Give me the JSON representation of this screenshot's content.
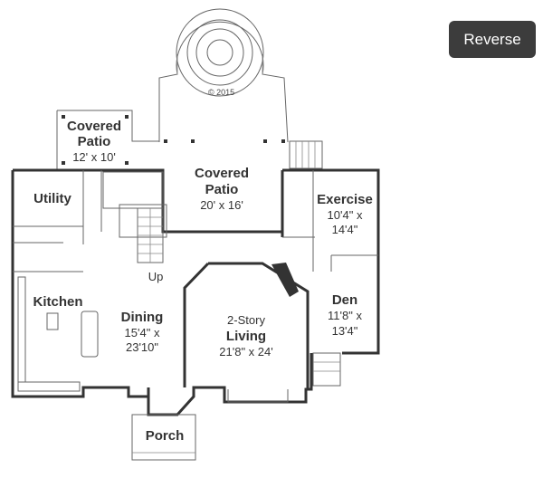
{
  "toolbar": {
    "reverse_label": "Reverse"
  },
  "plan": {
    "copyright": "© 2015",
    "stair_label": "Up",
    "rooms": {
      "covered_patio_left": {
        "name_1": "Covered",
        "name_2": "Patio",
        "dims": "12' x 10'"
      },
      "covered_patio_center": {
        "name_1": "Covered",
        "name_2": "Patio",
        "dims": "20' x 16'"
      },
      "utility": {
        "name": "Utility"
      },
      "exercise": {
        "name": "Exercise",
        "dims_1": "10'4\" x",
        "dims_2": "14'4\""
      },
      "kitchen": {
        "name": "Kitchen"
      },
      "dining": {
        "name": "Dining",
        "dims_1": "15'4\" x",
        "dims_2": "23'10\""
      },
      "living": {
        "name_1": "2-Story",
        "name_2": "Living",
        "dims": "21'8\" x 24'"
      },
      "den": {
        "name": "Den",
        "dims_1": "11'8\" x",
        "dims_2": "13'4\""
      },
      "porch": {
        "name": "Porch"
      }
    }
  }
}
